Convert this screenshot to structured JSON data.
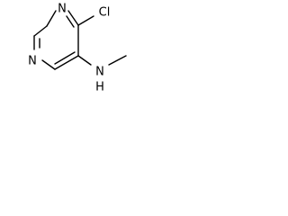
{
  "structure": {
    "atoms": {
      "n_top": "N",
      "n_left": "N",
      "cl": "Cl",
      "nh_n": "N",
      "nh_h": "H"
    }
  }
}
